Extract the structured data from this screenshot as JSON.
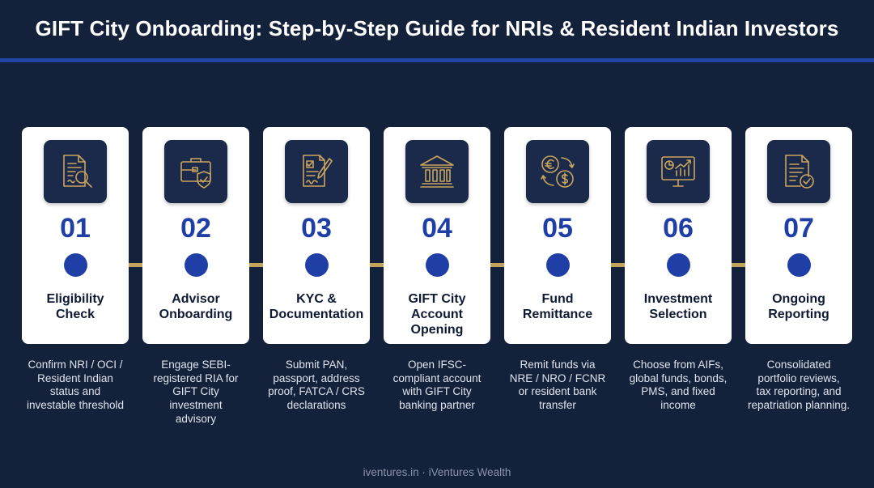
{
  "title": "GIFT City Onboarding: Step-by-Step Guide for NRIs & Resident Indian Investors",
  "steps": [
    {
      "number": "01",
      "label_lines": [
        "Eligibility",
        "Check"
      ],
      "icon": "document-search-icon",
      "description_lines": [
        "Confirm NRI / OCI /",
        "Resident Indian",
        "status and",
        "investable threshold"
      ]
    },
    {
      "number": "02",
      "label_lines": [
        "Advisor",
        "Onboarding"
      ],
      "icon": "briefcase-shield-icon",
      "description_lines": [
        "Engage SEBI-",
        "registered RIA for",
        "GIFT City",
        "investment",
        "advisory"
      ]
    },
    {
      "number": "03",
      "label_lines": [
        "KYC &",
        "Documentation"
      ],
      "icon": "document-signature-icon",
      "description_lines": [
        "Submit PAN,",
        "passport, address",
        "proof, FATCA / CRS",
        "declarations"
      ]
    },
    {
      "number": "04",
      "label_lines": [
        "GIFT City",
        "Account",
        "Opening"
      ],
      "icon": "bank-building-icon",
      "description_lines": [
        "Open IFSC-",
        "compliant account",
        "with GIFT City",
        "banking partner"
      ]
    },
    {
      "number": "05",
      "label_lines": [
        "Fund",
        "Remittance"
      ],
      "icon": "currency-exchange-icon",
      "description_lines": [
        "Remit funds via",
        "NRE / NRO / FCNR",
        "or resident bank",
        "transfer"
      ]
    },
    {
      "number": "06",
      "label_lines": [
        "Investment",
        "Selection"
      ],
      "icon": "chart-monitor-icon",
      "description_lines": [
        "Choose from AIFs,",
        "global funds, bonds,",
        "PMS, and fixed",
        "income"
      ]
    },
    {
      "number": "07",
      "label_lines": [
        "Ongoing",
        "Reporting"
      ],
      "icon": "document-check-icon",
      "description_lines": [
        "Consolidated",
        "portfolio reviews,",
        "tax reporting, and",
        "repatriation planning."
      ]
    }
  ],
  "footer": "iventures.in · iVentures Wealth",
  "colors": {
    "background": "#14213b",
    "accent_blue": "#1f3fa6",
    "gold": "#c4a45c",
    "card": "#ffffff",
    "icon_tile": "#1b2a4a"
  }
}
